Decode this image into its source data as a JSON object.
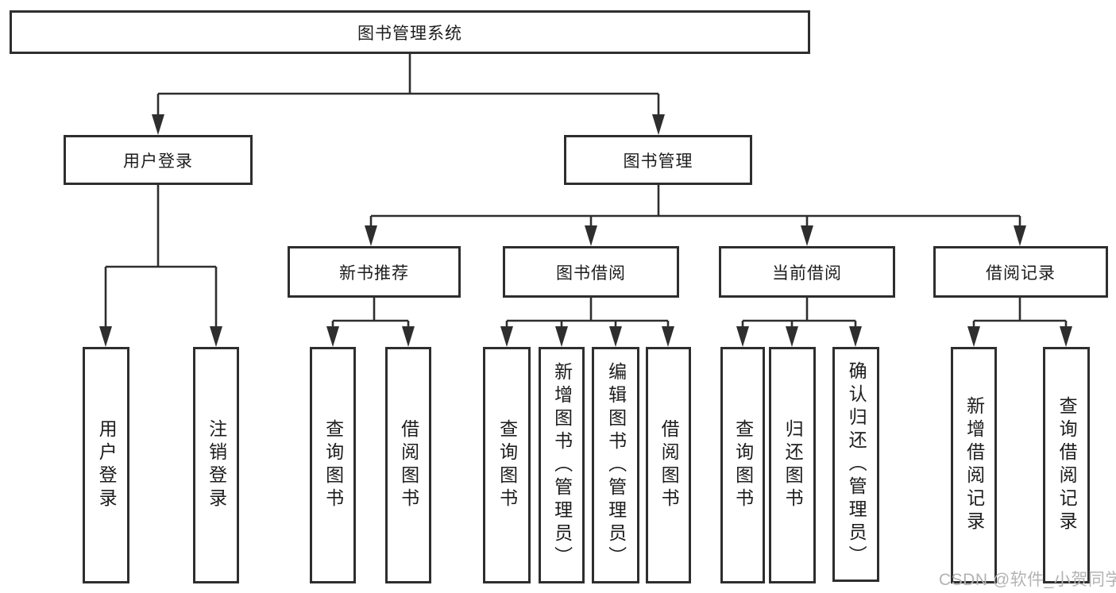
{
  "diagram_type": "hierarchy-tree",
  "tree": {
    "label": "图书管理系统",
    "children": [
      {
        "label": "用户登录",
        "children": [
          {
            "label": "用户登录"
          },
          {
            "label": "注销登录"
          }
        ]
      },
      {
        "label": "图书管理",
        "children": [
          {
            "label": "新书推荐",
            "children": [
              {
                "label": "查询图书"
              },
              {
                "label": "借阅图书"
              }
            ]
          },
          {
            "label": "图书借阅",
            "children": [
              {
                "label": "查询图书"
              },
              {
                "label": "新增图书（管理员）"
              },
              {
                "label": "编辑图书（管理员）"
              },
              {
                "label": "借阅图书"
              }
            ]
          },
          {
            "label": "当前借阅",
            "children": [
              {
                "label": "查询图书"
              },
              {
                "label": "归还图书"
              },
              {
                "label": "确认归还（管理员）"
              }
            ]
          },
          {
            "label": "借阅记录",
            "children": [
              {
                "label": "新增借阅记录"
              },
              {
                "label": "查询借阅记录"
              }
            ]
          }
        ]
      }
    ]
  },
  "watermark": {
    "text": "CSDN @软件_小贺同学"
  },
  "colors": {
    "line": "#2e2e2e",
    "text": "#1c1c1c",
    "wm": "#b3b3b3",
    "bg": "#ffffff"
  }
}
